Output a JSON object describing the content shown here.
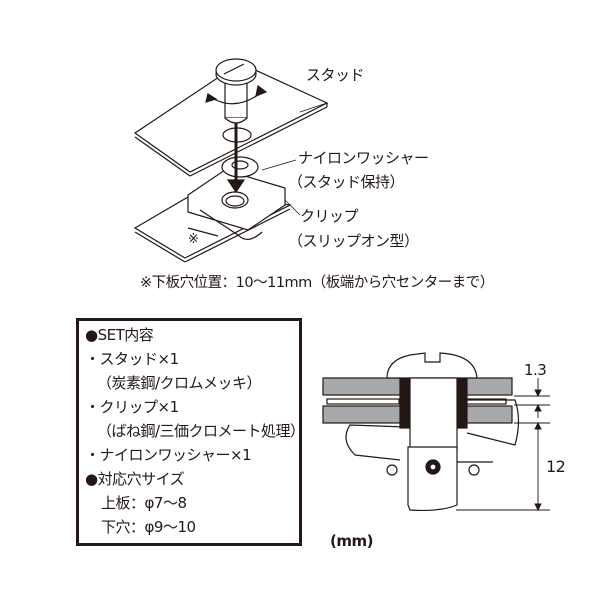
{
  "exploded_view": {
    "labels": {
      "stud": "スタッド",
      "washer": "ナイロンワッシャー",
      "washer_note": "（スタッド保持）",
      "clip": "クリップ",
      "clip_note": "（スリップオン型）",
      "ref_mark": "※"
    },
    "note": "※下板穴位置：10〜11mm（板端から穴センターまで）"
  },
  "set_contents": {
    "heading": "●SET内容",
    "items": [
      {
        "name": "・スタッド×1",
        "material": "（炭素鋼/クロムメッキ）"
      },
      {
        "name": "・クリップ×1",
        "material": "（ばね鋼/三価クロメート処理）"
      },
      {
        "name": "・ナイロンワッシャー×1"
      }
    ],
    "hole_heading": "●対応穴サイズ",
    "upper_plate": "上板：φ7〜8",
    "lower_hole": "下穴：φ9〜10"
  },
  "cross_section": {
    "dim_thickness": "1.3",
    "dim_height": "12",
    "unit": "(mm)",
    "colors": {
      "plate": "#a7a9ac",
      "washer": "#231815",
      "line": "#231815"
    }
  }
}
